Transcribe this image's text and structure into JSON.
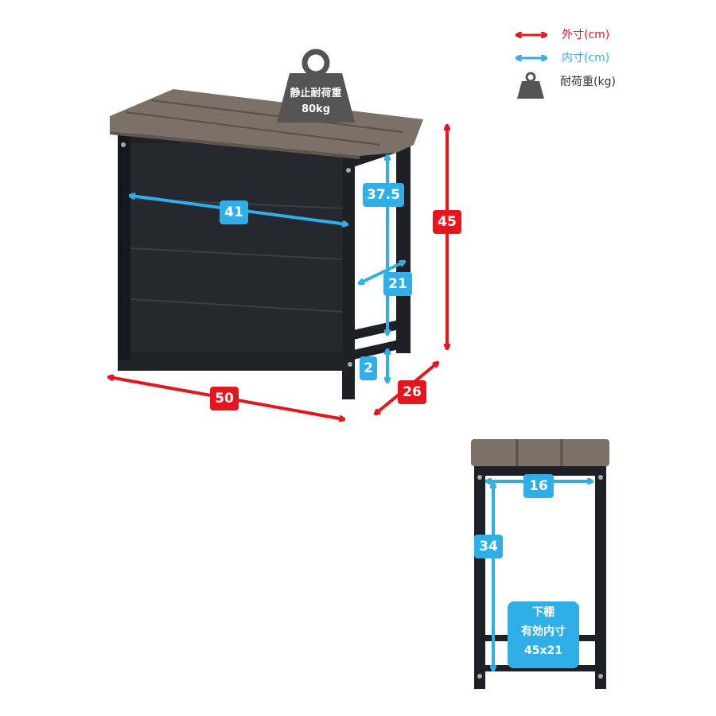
{
  "legend": {
    "outer": "外寸(cm)",
    "inner": "内寸(cm)",
    "load": "耐荷重(kg)"
  },
  "weight_badge": {
    "line1": "静止耐荷重",
    "line2": "80kg"
  },
  "dimensions": {
    "outer_width": "50",
    "outer_depth": "26",
    "outer_height": "45",
    "inner_width": "41",
    "inner_height": "37.5",
    "inner_depth": "21",
    "bottom_gap": "2",
    "side_inner_width": "16",
    "side_inner_height": "34"
  },
  "shelf_note": {
    "line1": "下棚",
    "line2": "有効内寸",
    "line3": "45x21"
  },
  "colors": {
    "outer": "#e5161d",
    "inner": "#2faee8",
    "frame": "#1e2026",
    "wood": "#7c7166"
  }
}
